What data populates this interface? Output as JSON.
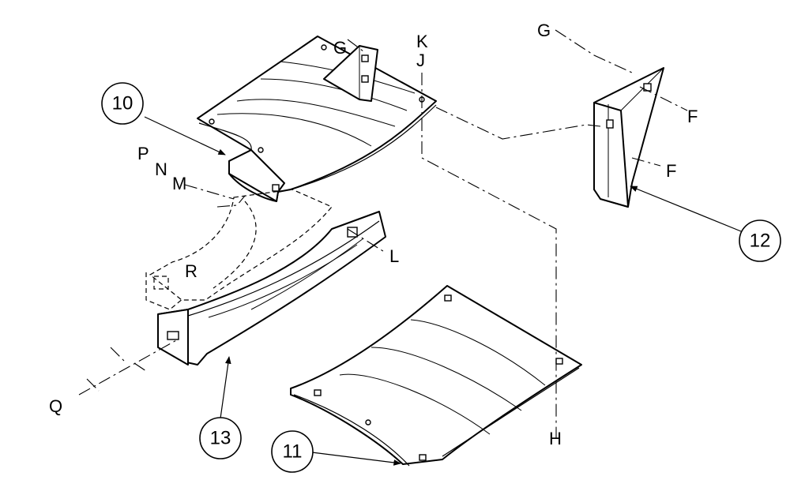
{
  "callouts": {
    "c10": "10",
    "c11": "11",
    "c12": "12",
    "c13": "13"
  },
  "letters": {
    "g1": "G",
    "g2": "G",
    "k": "K",
    "j": "J",
    "f1": "F",
    "f2": "F",
    "p": "P",
    "n": "N",
    "m": "M",
    "l": "L",
    "r": "R",
    "q": "Q",
    "h": "H"
  }
}
